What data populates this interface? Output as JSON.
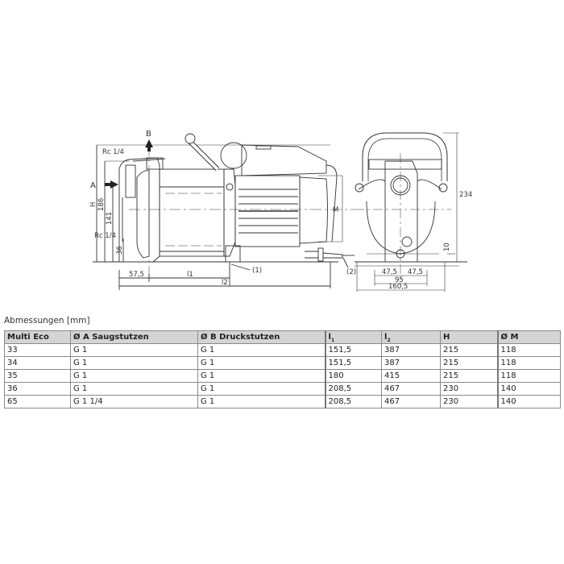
{
  "drawing": {
    "labels": {
      "a": "A",
      "b": "B",
      "h": "H",
      "m": "M",
      "rc_top": "Rc 1/4",
      "rc_bottom": "Rc 1/4",
      "callout_1": "(1)",
      "callout_2": "(2)"
    },
    "dimensions": {
      "d186": "186",
      "d141": "141",
      "d36": "36",
      "d57_5": "57,5",
      "l1": "l1",
      "l2": "l2",
      "d234": "234",
      "d10": "10",
      "d47_5_left": "47,5",
      "d47_5_right": "47,5",
      "d95": "95",
      "d160_5": "160,5"
    }
  },
  "table": {
    "caption": "Abmessungen [mm]",
    "headers": [
      "Multi Eco",
      "Ø A Saugstutzen",
      "Ø B Druckstutzen",
      "l1",
      "l2",
      "H",
      "Ø M"
    ],
    "header_sub": {
      "l1": {
        "base": "l",
        "sub": "1"
      },
      "l2": {
        "base": "l",
        "sub": "2"
      }
    },
    "rows": [
      [
        "33",
        "G 1",
        "G 1",
        "151,5",
        "387",
        "215",
        "118"
      ],
      [
        "34",
        "G 1",
        "G 1",
        "151,5",
        "387",
        "215",
        "118"
      ],
      [
        "35",
        "G 1",
        "G 1",
        "180",
        "415",
        "215",
        "118"
      ],
      [
        "36",
        "G 1",
        "G 1",
        "208,5",
        "467",
        "230",
        "140"
      ],
      [
        "65",
        "G 1 1/4",
        "G 1",
        "208,5",
        "467",
        "230",
        "140"
      ]
    ]
  },
  "colors": {
    "header_bg": "#d4d4d4",
    "border": "#8a8a8a",
    "line": "#333333"
  }
}
